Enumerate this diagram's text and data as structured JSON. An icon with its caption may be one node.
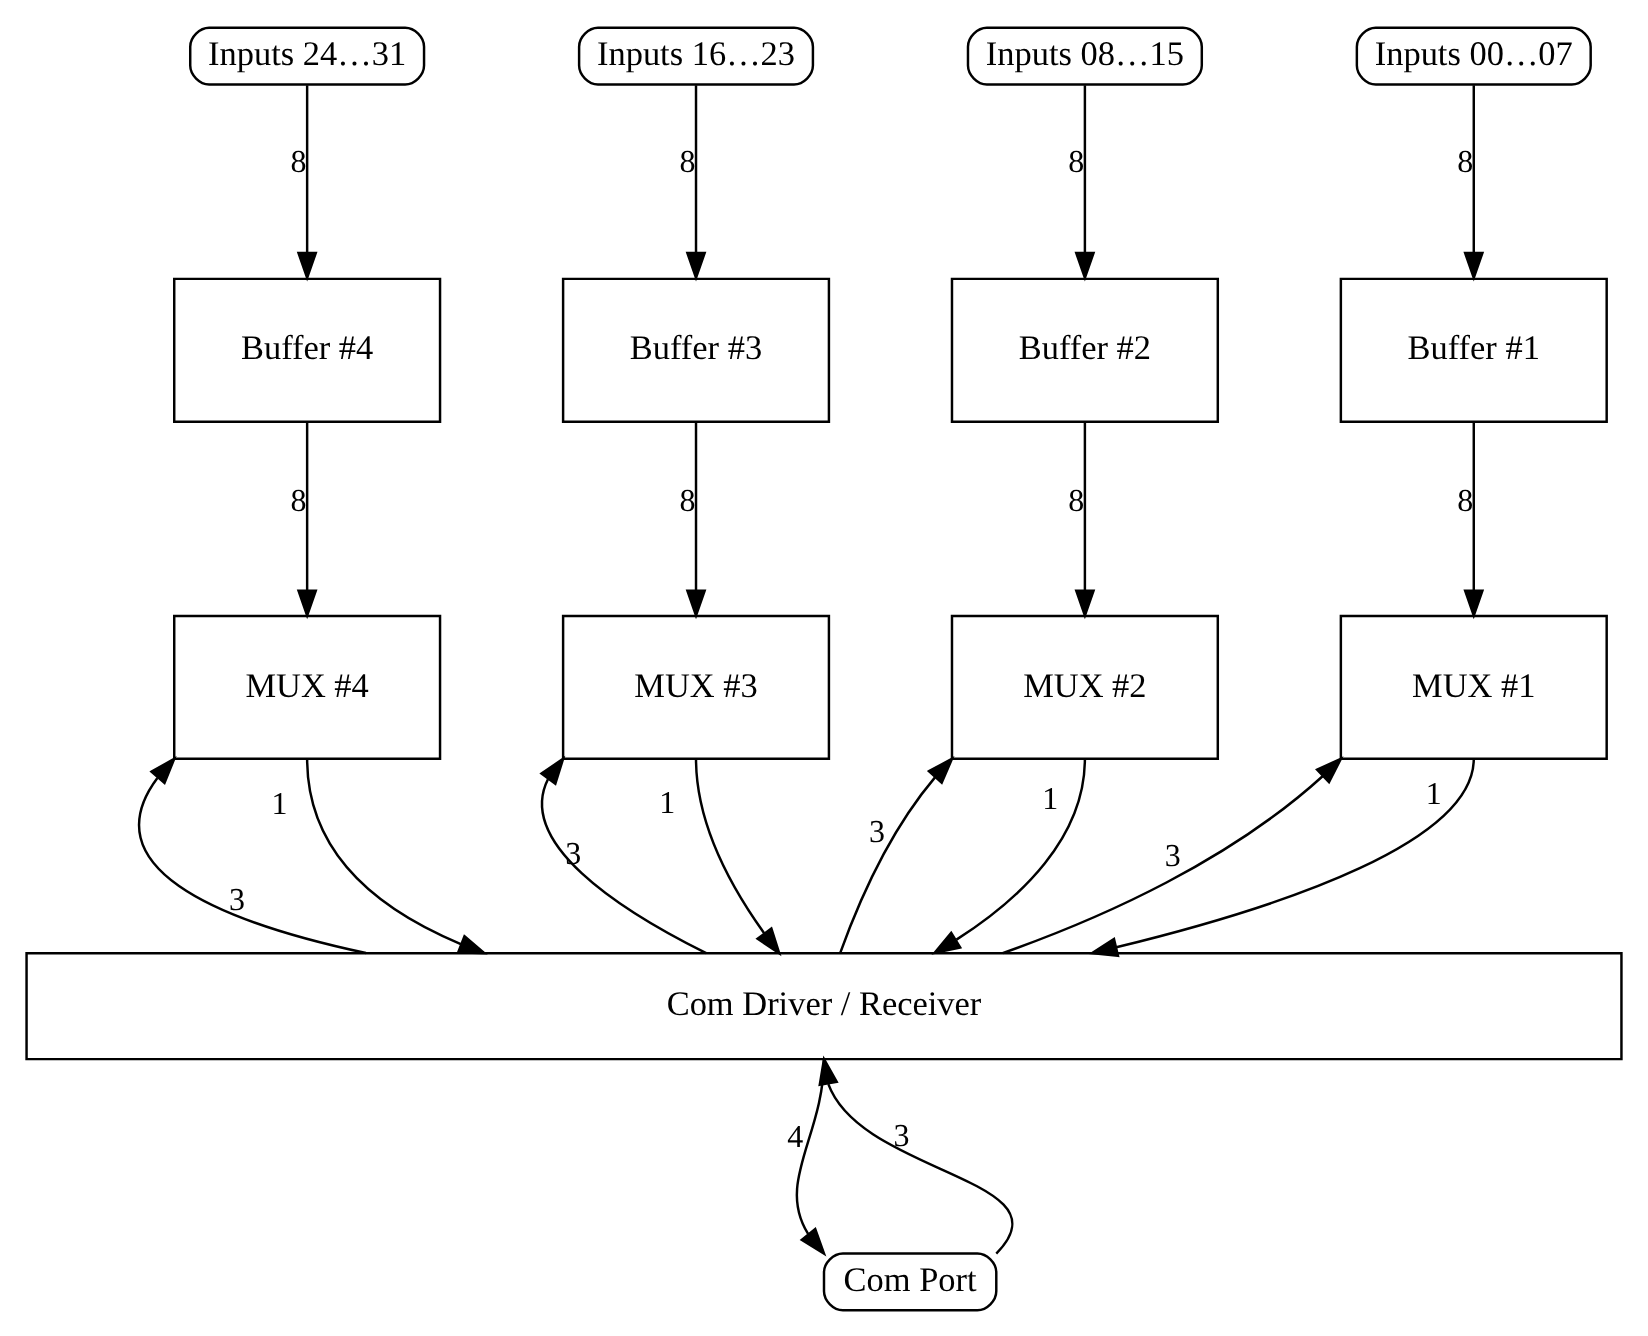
{
  "diagram": {
    "nodes": [
      {
        "text": [
          "Inputs 24…31"
        ]
      },
      {
        "text": [
          "Inputs 16…23"
        ]
      },
      {
        "text": [
          "Inputs 08…15"
        ]
      },
      {
        "text": [
          "Inputs 00…07"
        ]
      },
      {
        "text": [
          "Buffer #4"
        ]
      },
      {
        "text": [
          "Buffer #3"
        ]
      },
      {
        "text": [
          "Buffer #2"
        ]
      },
      {
        "text": [
          "Buffer #1"
        ]
      },
      {
        "text": [
          "MUX #4"
        ]
      },
      {
        "text": [
          "MUX #3"
        ]
      },
      {
        "text": [
          "MUX #2"
        ]
      },
      {
        "text": [
          "MUX #1"
        ]
      },
      {
        "text": [
          "Com Driver / Receiver"
        ]
      },
      {
        "text": [
          "Com Port"
        ]
      }
    ],
    "edges": [
      {
        "from": 0,
        "to": 4,
        "arrow": "to",
        "label": "8"
      },
      {
        "from": 1,
        "to": 5,
        "arrow": "to",
        "label": "8"
      },
      {
        "from": 2,
        "to": 6,
        "arrow": "to",
        "label": "8"
      },
      {
        "from": 3,
        "to": 7,
        "arrow": "to",
        "label": "8"
      },
      {
        "from": 4,
        "to": 8,
        "arrow": "to",
        "label": "8"
      },
      {
        "from": 5,
        "to": 9,
        "arrow": "to",
        "label": "8"
      },
      {
        "from": 6,
        "to": 10,
        "arrow": "to",
        "label": "8"
      },
      {
        "from": 7,
        "to": 11,
        "arrow": "to",
        "label": "8"
      },
      {
        "from": 8,
        "to": 12,
        "arrow": "to",
        "label": "1"
      },
      {
        "from": 9,
        "to": 12,
        "arrow": "to",
        "label": "1"
      },
      {
        "from": 10,
        "to": 12,
        "arrow": "to",
        "label": "1"
      },
      {
        "from": 11,
        "to": 12,
        "arrow": "to",
        "label": "1"
      },
      {
        "from": 12,
        "to": 8,
        "arrow": "to",
        "label": "3"
      },
      {
        "from": 12,
        "to": 9,
        "arrow": "to",
        "label": "3"
      },
      {
        "from": 12,
        "to": 10,
        "arrow": "to",
        "label": "3"
      },
      {
        "from": 12,
        "to": 11,
        "arrow": "to",
        "label": "3"
      },
      {
        "from": 12,
        "to": 13,
        "arrow": "to",
        "label": "4"
      },
      {
        "from": 13,
        "to": 12,
        "arrow": "to",
        "label": "3"
      }
    ]
  }
}
